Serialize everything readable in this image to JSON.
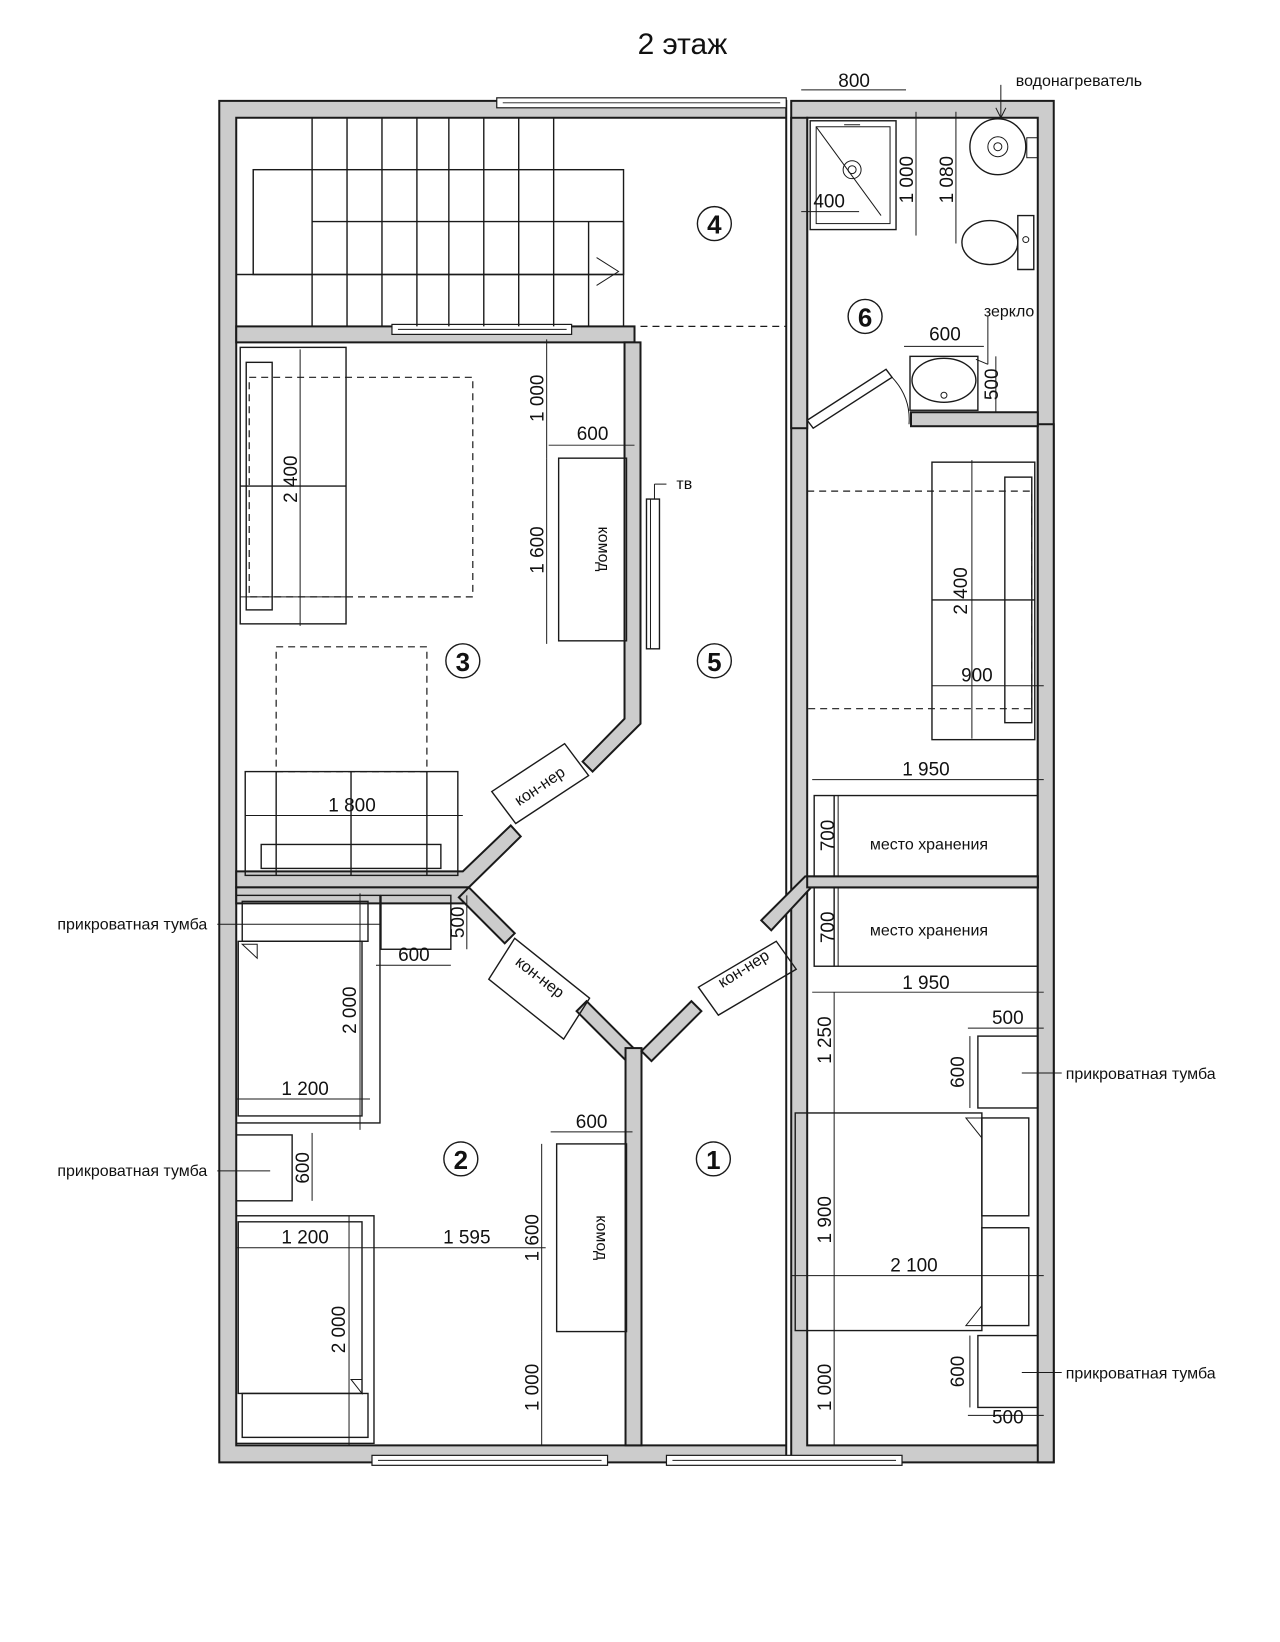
{
  "title": "2 этаж",
  "rooms": [
    "1",
    "2",
    "3",
    "4",
    "5",
    "6"
  ],
  "labels": {
    "water_heater": "водонагреватель",
    "mirror": "зеркло",
    "tv": "тв",
    "dresser": "комод",
    "container": "кон-нер",
    "storage": "место хранения",
    "nightstand": "прикроватная тумба"
  },
  "dimensions": {
    "bath_width": "800",
    "sink_depth": "400",
    "bath_1000": "1 000",
    "bath_1080": "1 080",
    "basin_width": "600",
    "basin_depth": "500",
    "r3_top": "1 000",
    "r3_dresser_width": "600",
    "r3_dresser_len": "1 600",
    "r3_bed_len": "2 400",
    "r3_sofa_len": "1 800",
    "r5_bed_len": "2 400",
    "r5_bed_width": "900",
    "storage_len_top": "1 950",
    "storage_depth_top": "700",
    "storage_depth_bottom": "700",
    "storage_len_bottom": "1 950",
    "r2_nightstand_depth": "500",
    "r2_nightstand_width": "600",
    "r2_bed1_len": "2 000",
    "r2_bed1_width": "1 200",
    "r2_nightstand2": "600",
    "r2_dresser_width": "600",
    "r2_dresser_len": "1 600",
    "r2_bed2_width": "1 200",
    "r2_gap": "1 595",
    "r2_bed2_len": "2 000",
    "r2_bottom": "1 000",
    "r1_top": "1 250",
    "r1_ns_top_width": "500",
    "r1_ns_top_depth": "600",
    "r1_bed_len": "1 900",
    "r1_bed_width": "2 100",
    "r1_bottom": "1 000",
    "r1_ns_bottom_depth": "600",
    "r1_ns_bottom_width": "500"
  }
}
